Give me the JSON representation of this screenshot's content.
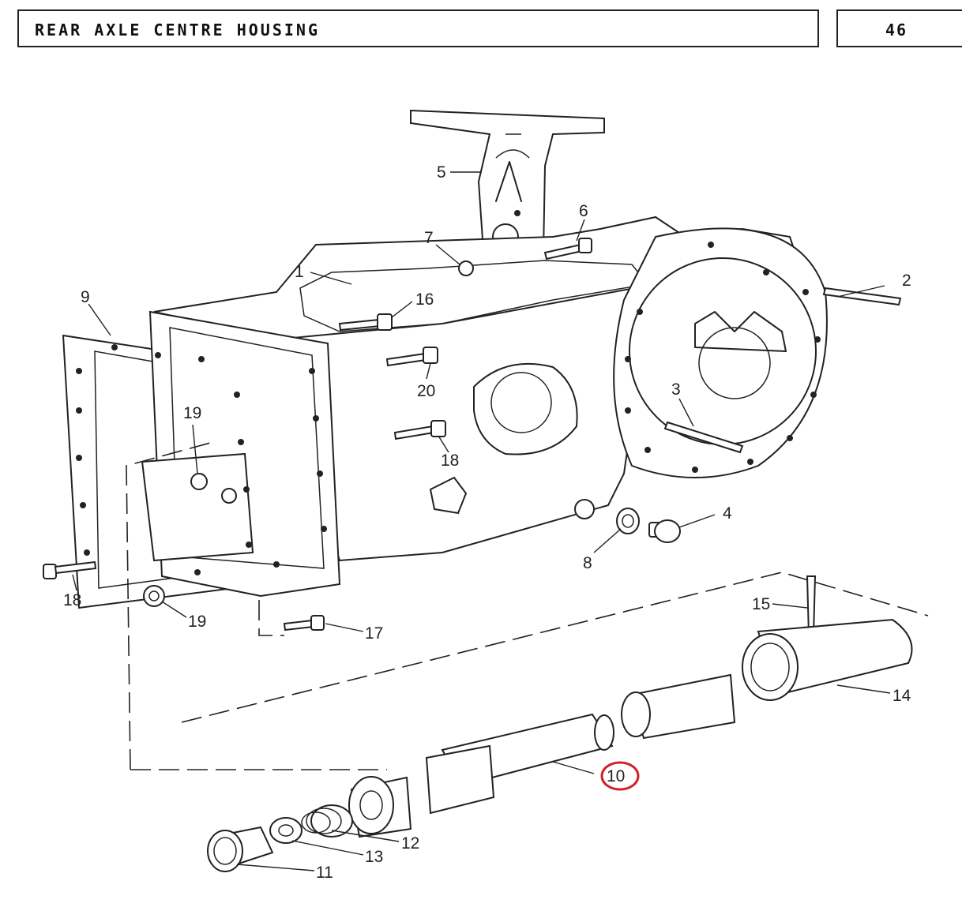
{
  "header": {
    "title": "REAR AXLE CENTRE HOUSING",
    "page_number": "46"
  },
  "highlight_color": "#d0202a",
  "callouts": {
    "c1": "1",
    "c2": "2",
    "c3": "3",
    "c4": "4",
    "c5": "5",
    "c6": "6",
    "c7": "7",
    "c8": "8",
    "c9": "9",
    "c10": "10",
    "c11": "11",
    "c12": "12",
    "c13": "13",
    "c14": "14",
    "c15": "15",
    "c16": "16",
    "c17": "17",
    "c18a": "18",
    "c18b": "18",
    "c19a": "19",
    "c19b": "19",
    "c20": "20"
  },
  "highlighted_callout": "10"
}
